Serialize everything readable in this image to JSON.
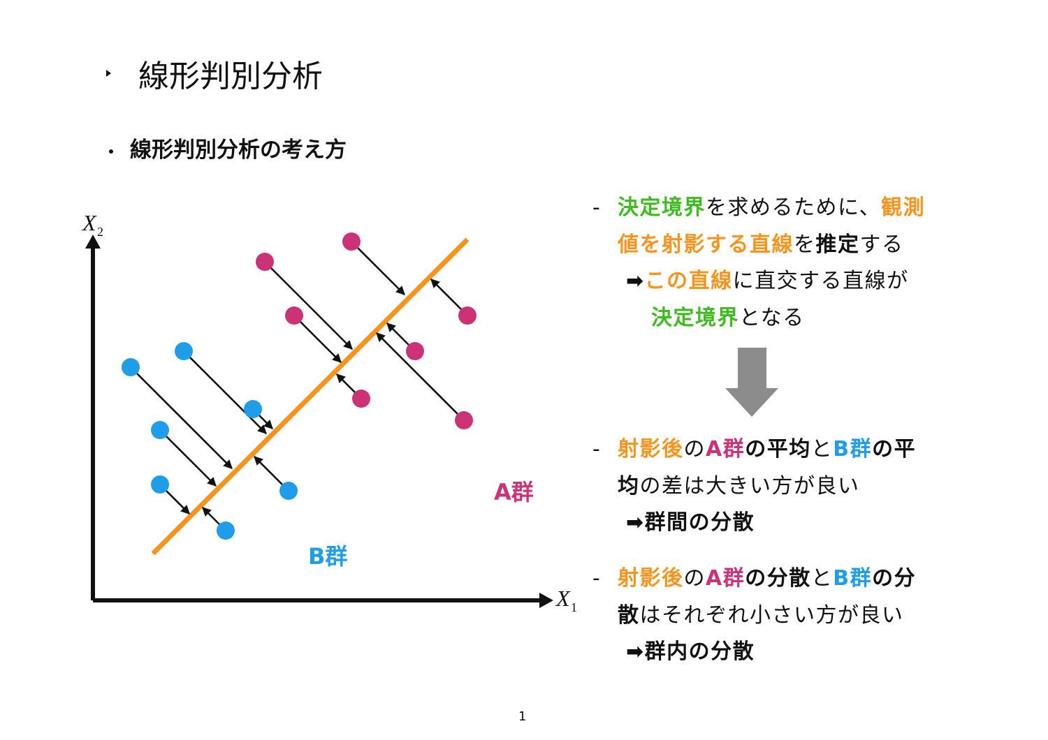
{
  "slide": {
    "title": "線形判別分析",
    "subtitle": "線形判別分析の考え方",
    "page_number": "1"
  },
  "colors": {
    "group_a": "#cc3377",
    "group_b": "#1f9de8",
    "projection_line": "#f7941d",
    "decision_boundary_text": "#3dbb1f",
    "arrow_block": "#8c8c8c"
  },
  "diagram": {
    "axis_x_label": "X",
    "axis_x_sub": "1",
    "axis_y_label": "X",
    "axis_y_sub": "2",
    "group_a_label": "A群",
    "group_b_label": "B群"
  },
  "text": {
    "p1": {
      "dash": "-",
      "l1a": "決定境界",
      "l1b": "を求めるために、",
      "l1c": "観測",
      "l2a": "値を射影する直線",
      "l2b": "を",
      "l2c": "推定",
      "l2d": "する",
      "l3a": "➡",
      "l3b": "この直線",
      "l3c": "に直交する直線が",
      "l4a": "決定境界",
      "l4b": "となる"
    },
    "p2": {
      "dash": "-",
      "l1a": "射影後",
      "l1b": "の",
      "l1c": "A群",
      "l1d": "の平均",
      "l1e": "と",
      "l1f": "B群",
      "l1g": "の平",
      "l2a": "均",
      "l2b": "の差は大きい方が良い",
      "l3": "➡群間の分散"
    },
    "p3": {
      "dash": "-",
      "l1a": "射影後",
      "l1b": "の",
      "l1c": "A群",
      "l1d": "の分散",
      "l1e": "と",
      "l1f": "B群",
      "l1g": "の分",
      "l2a": "散",
      "l2b": "はそれぞれ小さい方が良い",
      "l3": "➡群内の分散"
    }
  }
}
